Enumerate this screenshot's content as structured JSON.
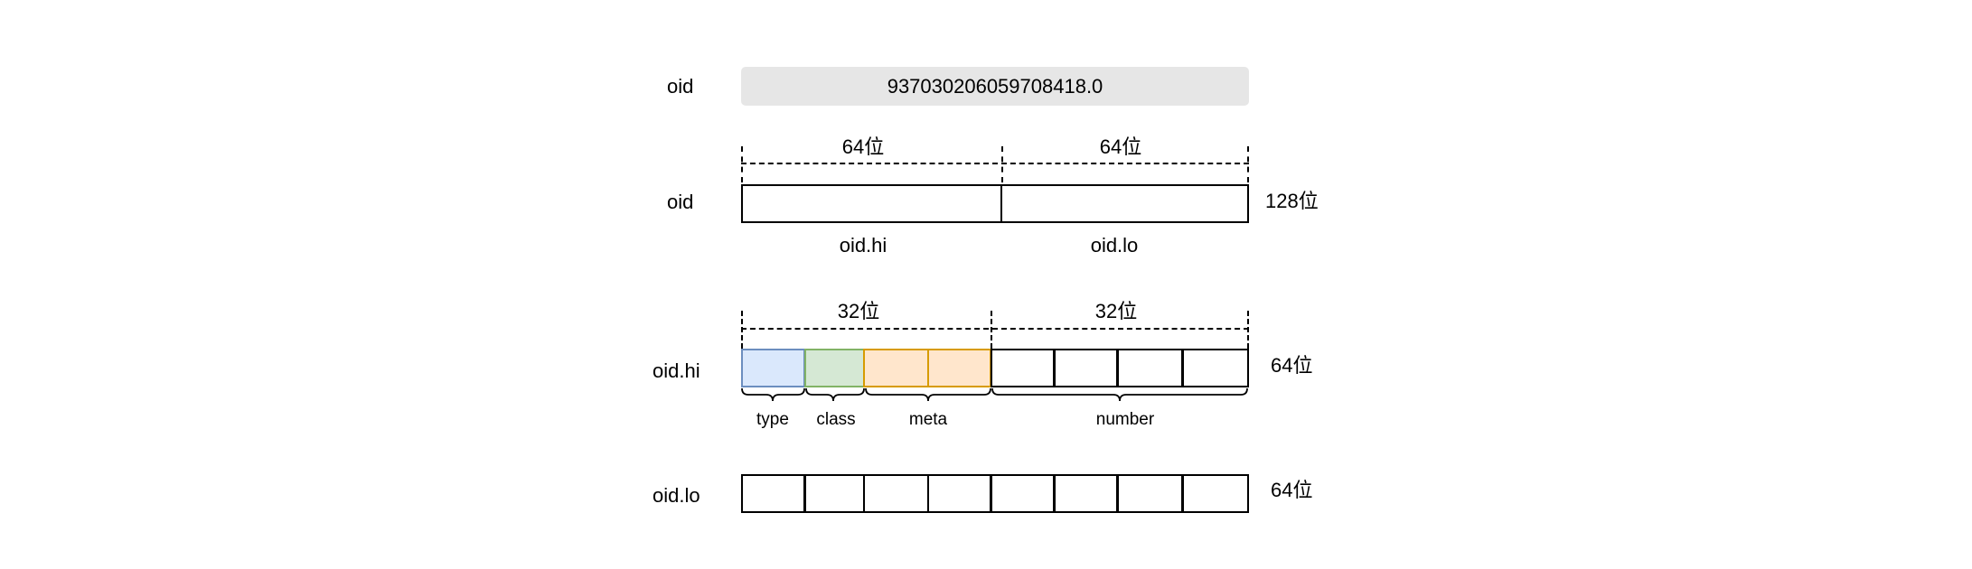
{
  "row_oid_value": {
    "label": "oid",
    "value": "93703020605970841​8.0"
  },
  "row_oid_split": {
    "label": "oid",
    "hi_bits": "64位",
    "lo_bits": "64位",
    "total": "128位",
    "hi_name": "oid.hi",
    "lo_name": "oid.lo"
  },
  "row_hi": {
    "label": "oid.hi",
    "left_bits": "32位",
    "right_bits": "32位",
    "total": "64位",
    "segments": {
      "type": "type",
      "class": "class",
      "meta": "meta",
      "number": "number"
    },
    "colors": {
      "type": "#dae8fc",
      "type_border": "#6c8ebf",
      "class": "#d5e8d4",
      "class_border": "#82b366",
      "meta": "#ffe6cc",
      "meta_border": "#d79b00"
    }
  },
  "row_lo": {
    "label": "oid.lo",
    "total": "64位"
  }
}
